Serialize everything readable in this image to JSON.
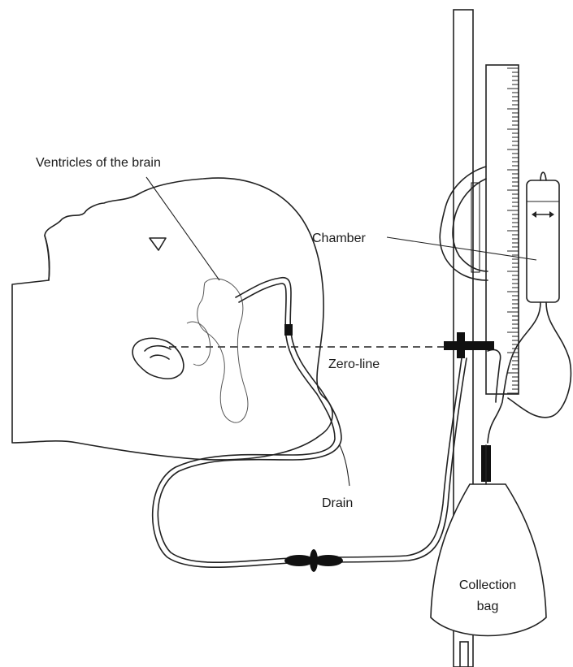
{
  "labels": {
    "ventricles": "Ventricles of the brain",
    "chamber": "Chamber",
    "zero_line": "Zero-line",
    "drain": "Drain",
    "collection_line1": "Collection",
    "collection_line2": "bag"
  },
  "colors": {
    "ink": "#222222",
    "background": "#ffffff"
  }
}
